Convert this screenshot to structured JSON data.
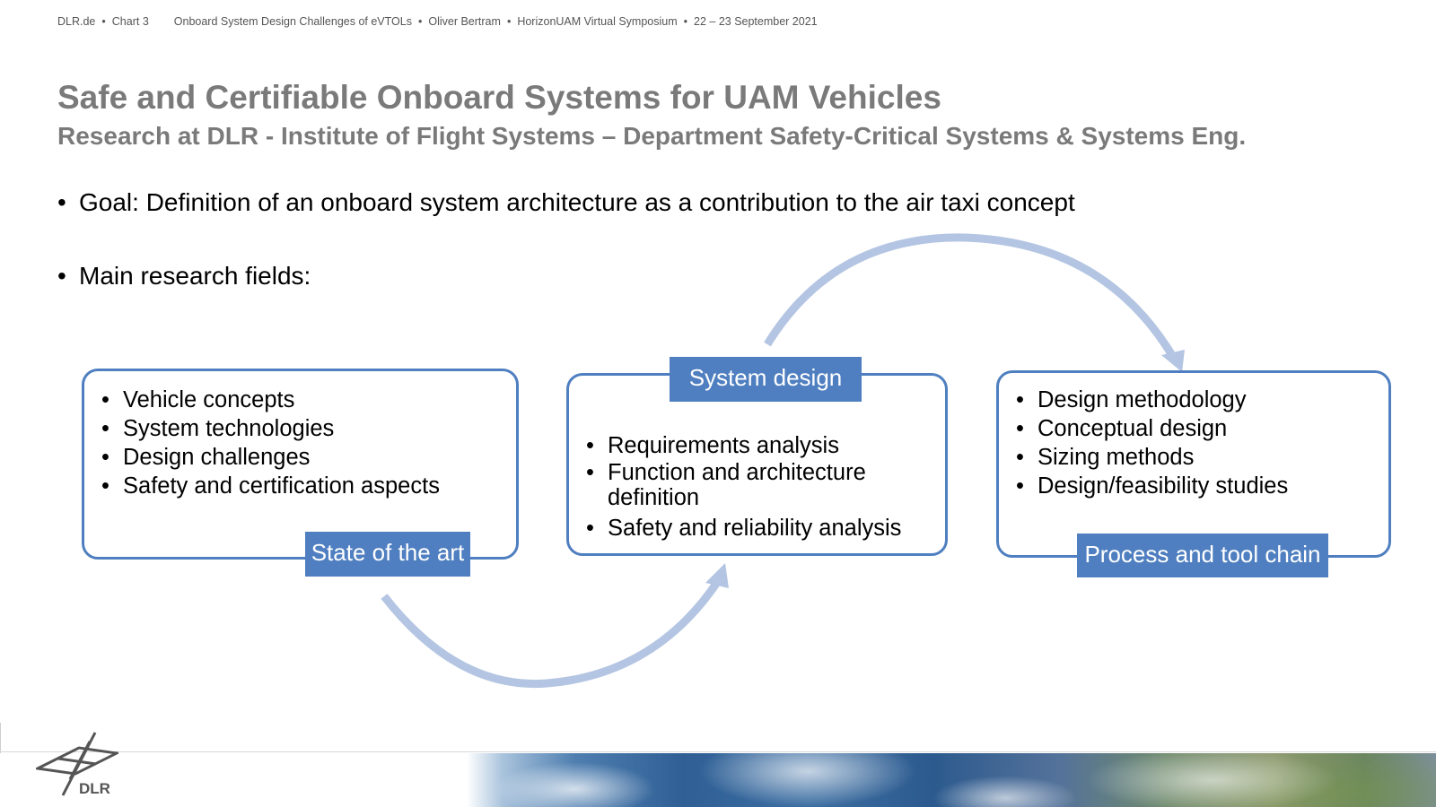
{
  "header": {
    "site": "DLR.de",
    "chart": "Chart 3",
    "talk": "Onboard System Design Challenges of eVTOLs",
    "author": "Oliver Bertram",
    "event": "HorizonUAM Virtual Symposium",
    "date": "22 – 23 September 2021"
  },
  "title": "Safe and Certifiable Onboard Systems for UAM Vehicles",
  "subtitle": "Research at DLR - Institute of Flight Systems – Department Safety-Critical Systems & Systems Eng.",
  "bullets": {
    "goal": "Goal: Definition of an onboard system architecture as a contribution to the air taxi concept",
    "fields": "Main research fields:"
  },
  "diagram": {
    "left": {
      "label": "State of the art",
      "items": [
        "Vehicle concepts",
        "System technologies",
        "Design challenges",
        "Safety and certification aspects"
      ]
    },
    "middle": {
      "label": "System design",
      "items": [
        "Requirements analysis",
        "Function and architecture definition",
        "Safety and reliability analysis"
      ]
    },
    "right": {
      "label": "Process and tool chain",
      "items": [
        "Design methodology",
        "Conceptual design",
        "Sizing methods",
        "Design/feasibility studies"
      ]
    },
    "arrow_color": "#b3c5e2",
    "box_color": "#4f7fc0"
  },
  "footer": {
    "logo_text": "DLR"
  }
}
